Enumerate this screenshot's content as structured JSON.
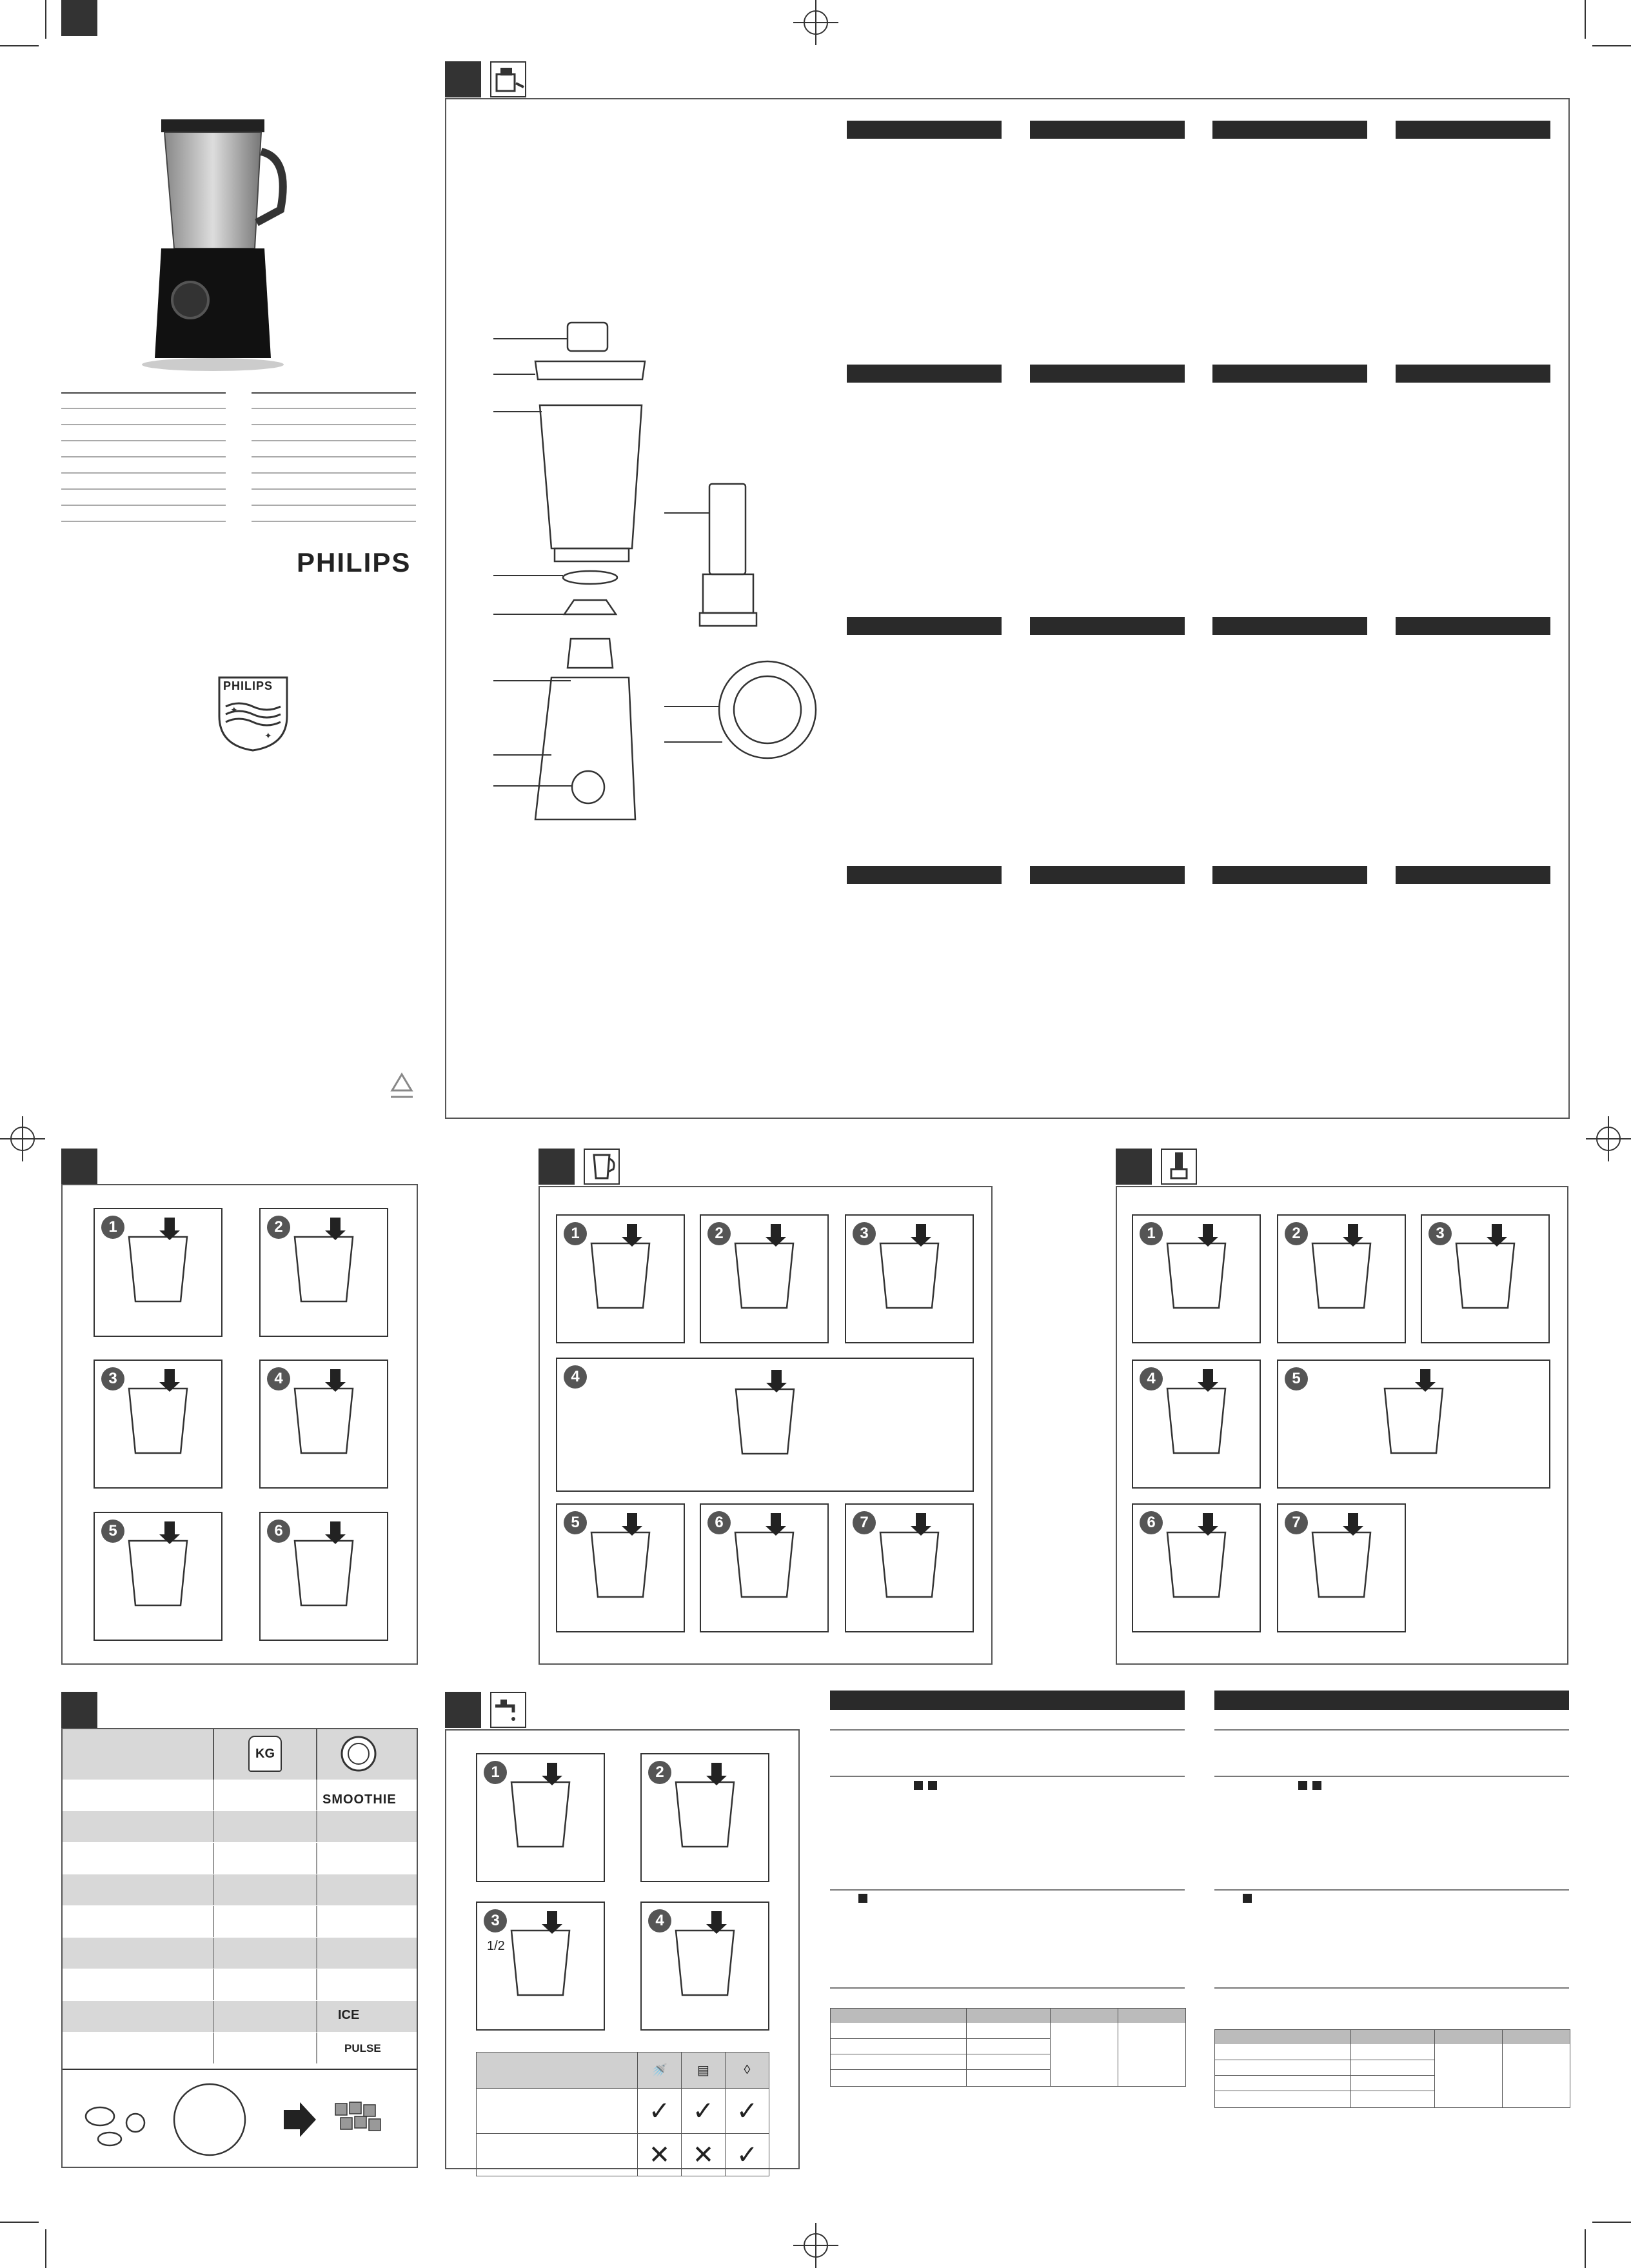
{
  "brand": {
    "wordmark": "PHILIPS",
    "shield_text": "PHILIPS"
  },
  "tables": {
    "recipe_icon_header": "KG",
    "row_labels": {
      "smoothie": "SMOOTHIE",
      "ice": "ICE",
      "pulse": "PULSE"
    }
  },
  "fraction": "1/2",
  "assembly_steps": [
    "1",
    "2",
    "3",
    "4",
    "5",
    "6"
  ],
  "blending_steps_top": [
    "1",
    "2",
    "3"
  ],
  "blending_step_dial": "4",
  "blending_steps_bottom": [
    "5",
    "6",
    "7"
  ],
  "filter_steps": [
    "1",
    "2",
    "3",
    "4",
    "5",
    "6",
    "7"
  ],
  "cleaning_steps": [
    "1",
    "2",
    "3",
    "4"
  ],
  "cleaning_symbols": {
    "yes": "✓",
    "no": "✕"
  },
  "colors": {
    "dark": "#2a2a2a",
    "gray": "#555555",
    "panel_border": "#333333"
  }
}
